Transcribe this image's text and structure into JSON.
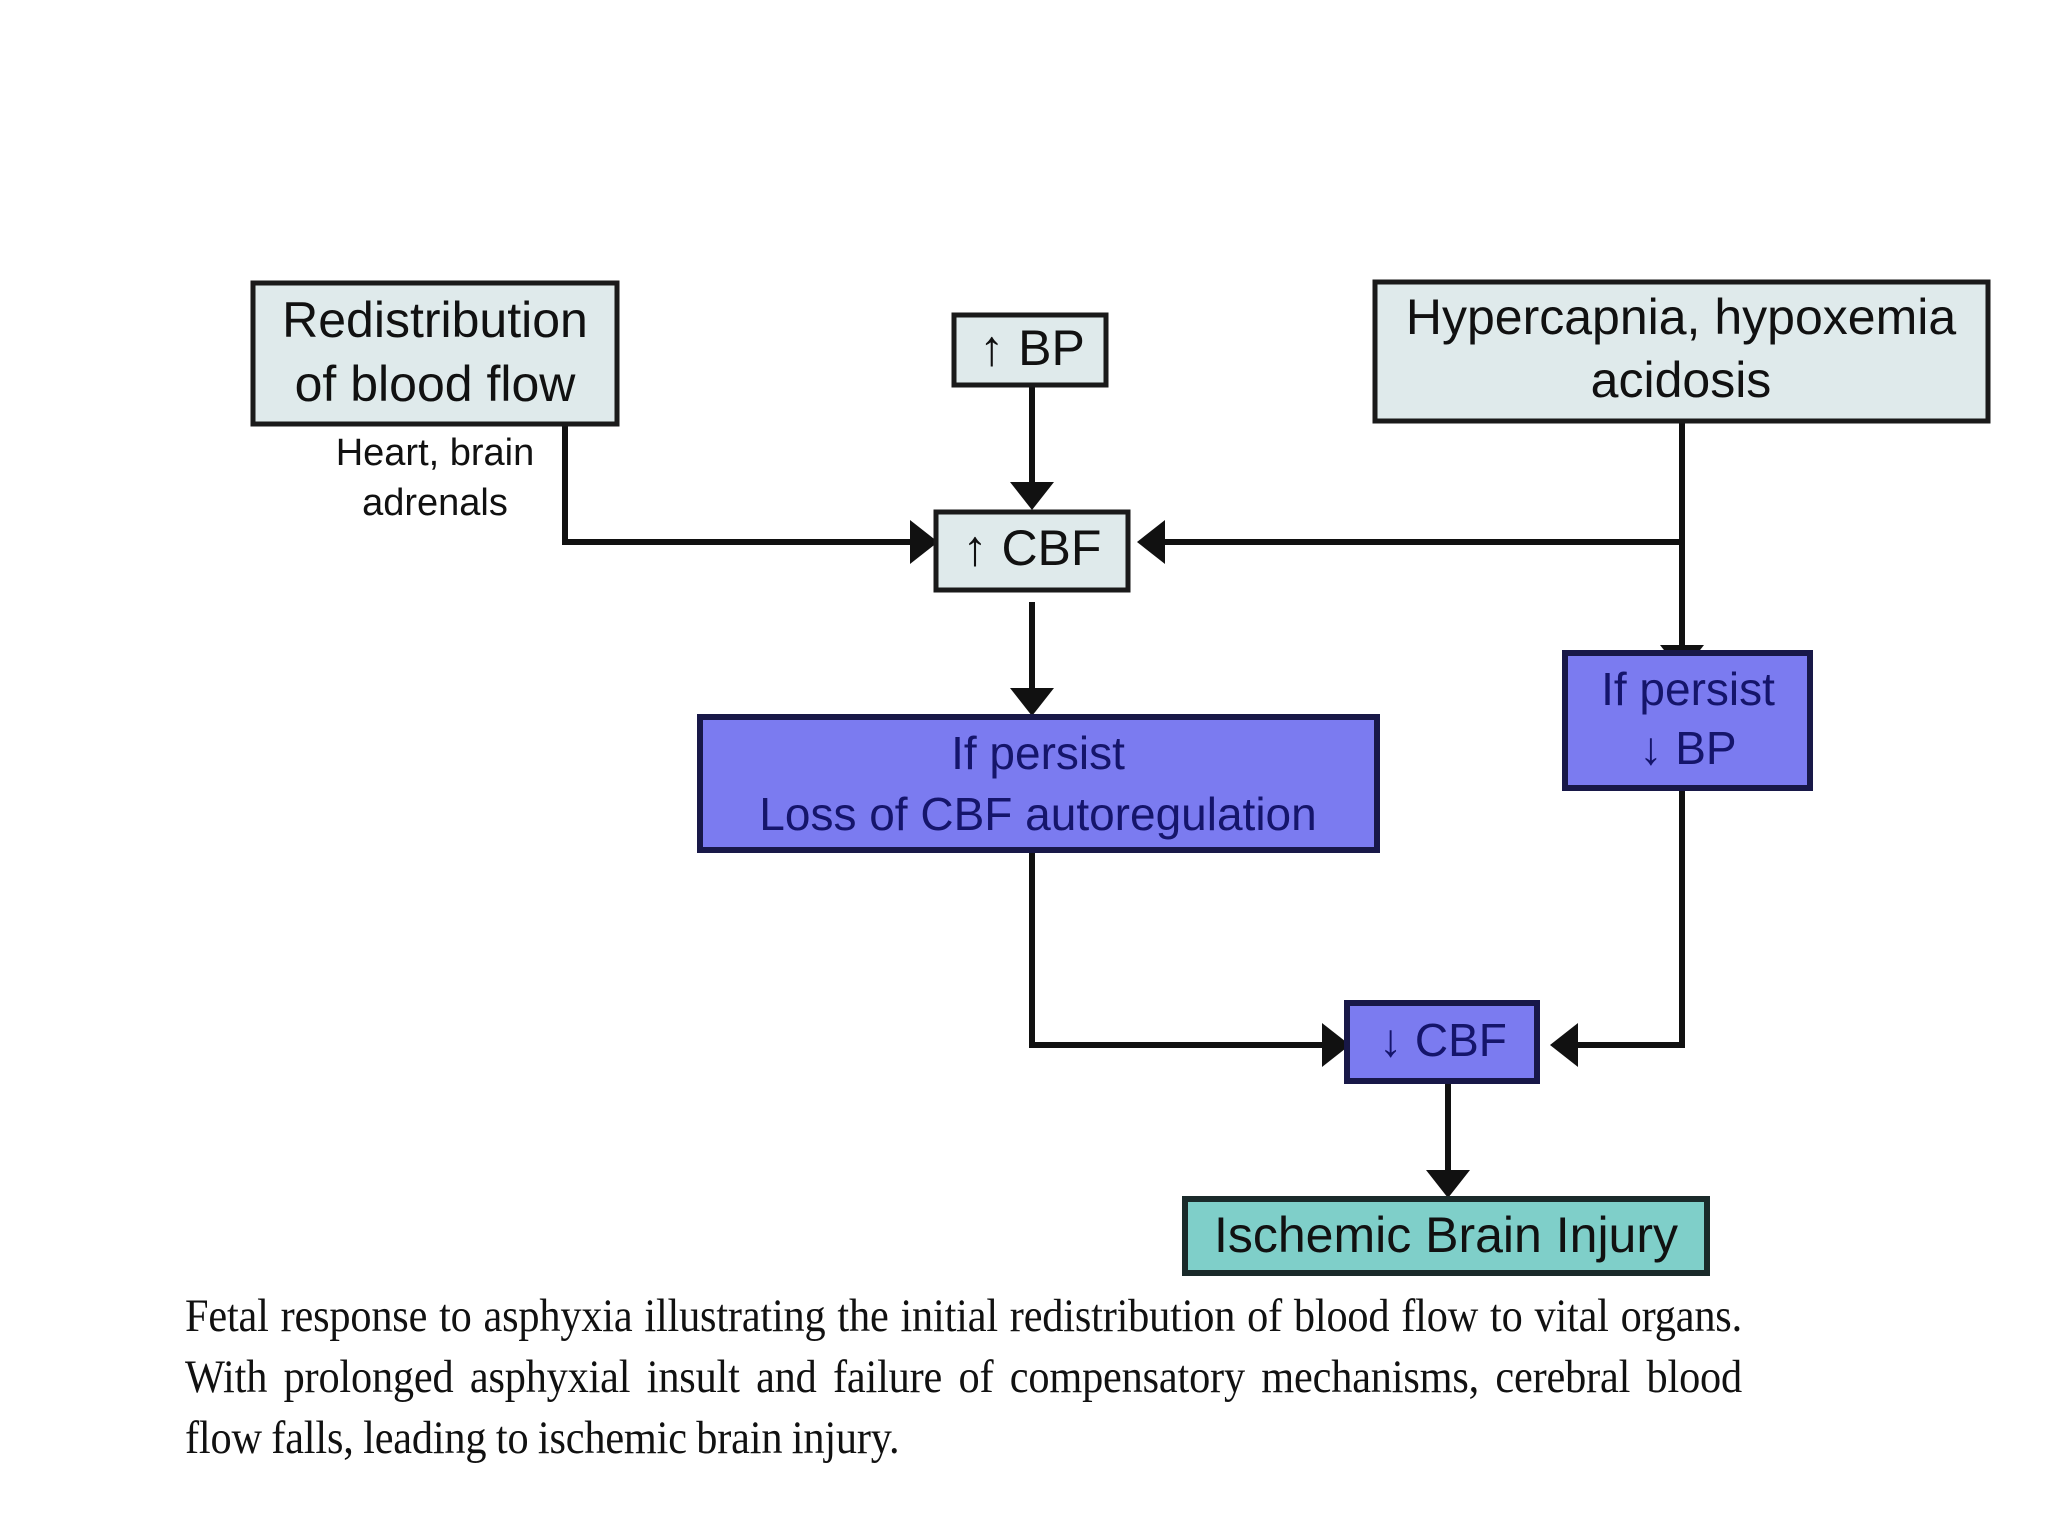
{
  "figure": {
    "title": "Fetal response to asphyxia flowchart",
    "boxes": [
      {
        "id": "redistribution",
        "name": "redistribution-of-blood-flow-box",
        "line1": "Redistribution",
        "line2": "of blood flow",
        "style": "light"
      },
      {
        "id": "up-bp",
        "name": "increased-bp-box",
        "line1": "↑ BP",
        "style": "light"
      },
      {
        "id": "hypercapnia",
        "name": "hypercapnia-hypoxemia-acidosis-box",
        "line1": "Hypercapnia, hypoxemia",
        "line2": "acidosis",
        "style": "light"
      },
      {
        "id": "up-cbf",
        "name": "increased-cbf-box",
        "line1": "↑ CBF",
        "style": "light"
      },
      {
        "id": "loss-autoreg",
        "name": "loss-of-cbf-autoregulation-box",
        "line1": "If persist",
        "line2": "Loss of CBF autoregulation",
        "style": "purple"
      },
      {
        "id": "down-bp",
        "name": "if-persist-decreased-bp-box",
        "line1": "If persist",
        "line2": "↓ BP",
        "style": "purple"
      },
      {
        "id": "down-cbf",
        "name": "decreased-cbf-box",
        "line1": "↓ CBF",
        "style": "purple"
      },
      {
        "id": "ischemic",
        "name": "ischemic-brain-injury-box",
        "line1": "Ischemic Brain Injury",
        "style": "teal"
      }
    ],
    "annotations": {
      "organs_line1": "Heart, brain",
      "organs_line2": "adrenals"
    },
    "colors": {
      "light_fill": "#dfeaeb",
      "purple_fill": "#7b7bf0",
      "purple_stroke": "#181848",
      "teal_fill": "#7fcfc9",
      "line": "#111111",
      "text_dark": "#15156b"
    }
  },
  "caption": {
    "text": "Fetal response to asphyxia illustrating the initial redistribution of blood flow to vital organs. With prolonged asphyxial insult and failure of compensatory mechanisms, cerebral blood flow falls, leading to ischemic brain injury."
  }
}
